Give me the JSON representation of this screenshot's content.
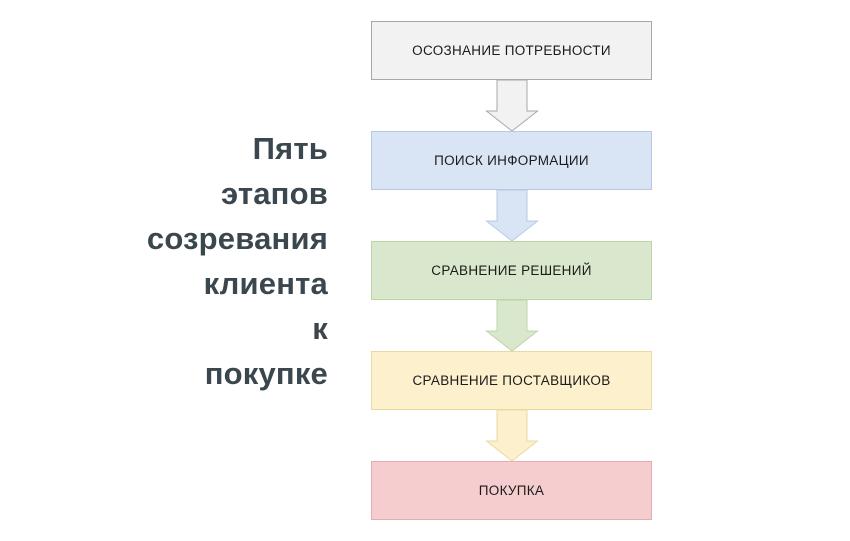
{
  "heading": {
    "text": "Пять\nэтапов\nсозревания\nклиента\nк\nпокупке",
    "color": "#3b474f"
  },
  "diagram": {
    "type": "vertical-flowchart",
    "title": "Пять этапов созревания клиента к покупке",
    "steps": [
      {
        "index": 1,
        "label": "ОСОЗНАНИЕ ПОТРЕБНОСТИ",
        "fill": "#f2f2f2",
        "stroke": "#a8a8a8"
      },
      {
        "index": 2,
        "label": "ПОИСК ИНФОРМАЦИИ",
        "fill": "#d9e4f5",
        "stroke": "#b6c9e4"
      },
      {
        "index": 3,
        "label": "СРАВНЕНИЕ РЕШЕНИЙ",
        "fill": "#d9e8cc",
        "stroke": "#bcd4a8"
      },
      {
        "index": 4,
        "label": "СРАВНЕНИЕ ПОСТАВЩИКОВ",
        "fill": "#fdf0cd",
        "stroke": "#ead9a0"
      },
      {
        "index": 5,
        "label": "ПОКУПКА",
        "fill": "#f6cdce",
        "stroke": "#e4aeb0"
      }
    ],
    "connectors": [
      {
        "from": "ОСОЗНАНИЕ ПОТРЕБНОСТИ",
        "to": "ПОИСК ИНФОРМАЦИИ",
        "icon": "down-block-arrow-icon",
        "fill": "#f2f2f2",
        "stroke": "#a8a8a8"
      },
      {
        "from": "ПОИСК ИНФОРМАЦИИ",
        "to": "СРАВНЕНИЕ РЕШЕНИЙ",
        "icon": "down-block-arrow-icon",
        "fill": "#d9e4f5",
        "stroke": "#b6c9e4"
      },
      {
        "from": "СРАВНЕНИЕ РЕШЕНИЙ",
        "to": "СРАВНЕНИЕ ПОСТАВЩИКОВ",
        "icon": "down-block-arrow-icon",
        "fill": "#d9e8cc",
        "stroke": "#bcd4a8"
      },
      {
        "from": "СРАВНЕНИЕ ПОСТАВЩИКОВ",
        "to": "ПОКУПКА",
        "icon": "down-block-arrow-icon",
        "fill": "#fdf0cd",
        "stroke": "#ead9a0"
      }
    ]
  }
}
